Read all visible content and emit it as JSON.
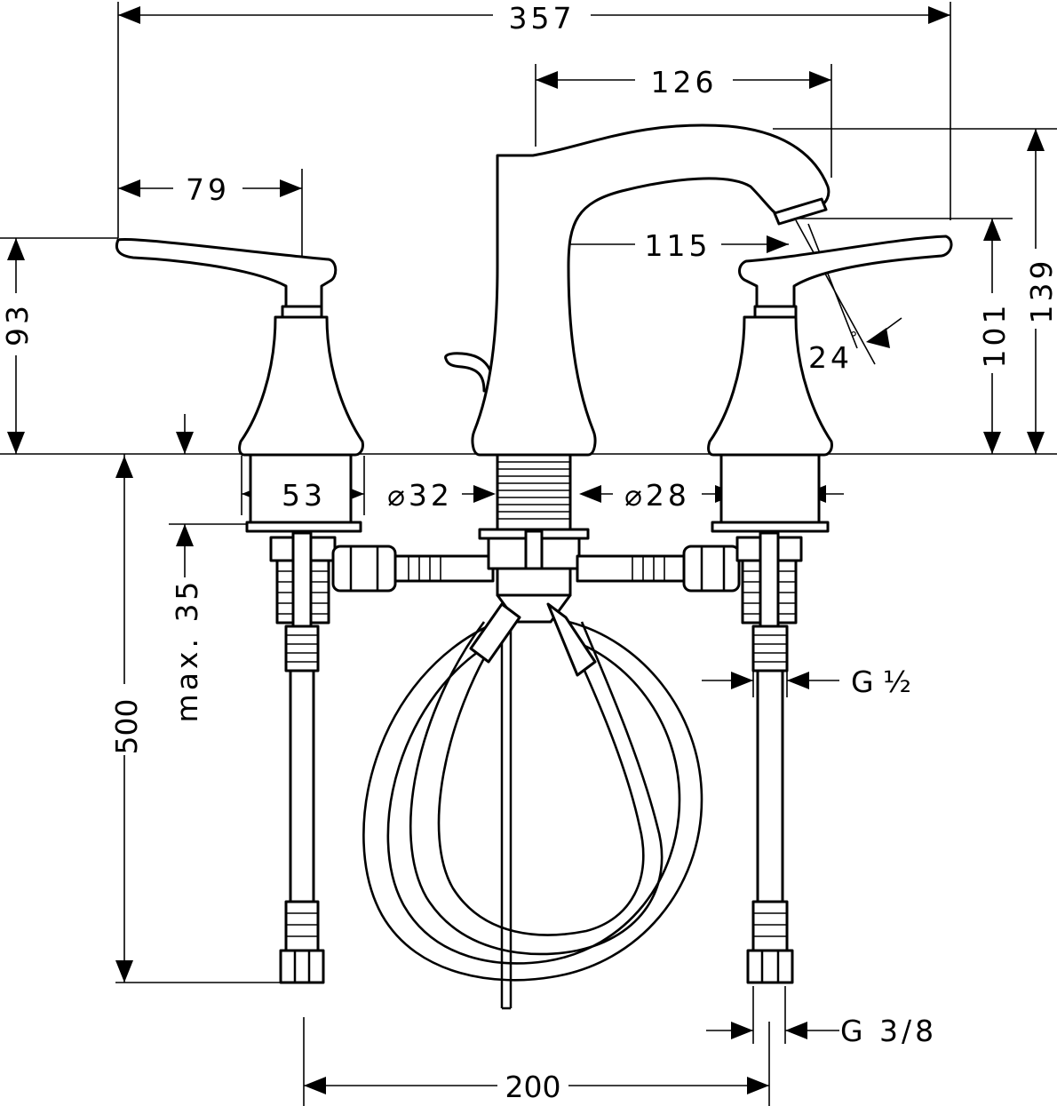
{
  "dimensions": {
    "overall_width": "357",
    "spout_reach": "126",
    "handle_length": "79",
    "spout_projection": "115",
    "handle_height": "93",
    "spout_outlet_height": "101",
    "spout_total_height": "139",
    "spray_angle": "24",
    "spray_angle_unit": "°",
    "body_diameter": "53",
    "spout_shank_diameter": "⌀32",
    "valve_shank_diameter": "⌀28",
    "max_deck_thickness": "max. 35",
    "hose_length": "500",
    "valve_thread": "G ½",
    "supply_connection": "G 3/8",
    "centre_spread": "200"
  }
}
